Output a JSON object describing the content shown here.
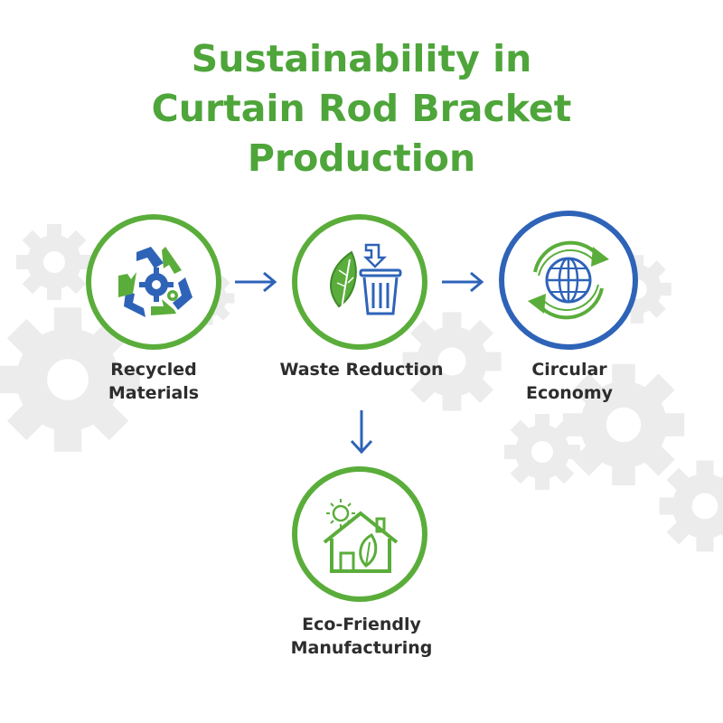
{
  "title": {
    "lines": [
      "Sustainability in",
      "Curtain Rod Bracket",
      "Production"
    ]
  },
  "nodes": {
    "recycled": {
      "label_lines": [
        "Recycled",
        "Materials"
      ],
      "icon": "recycle-gear-icon"
    },
    "waste": {
      "label_lines": [
        "Waste Reduction"
      ],
      "icon": "leaf-trash-icon"
    },
    "circular": {
      "label_lines": [
        "Circular",
        "Economy"
      ],
      "icon": "globe-cycle-icon"
    },
    "eco": {
      "label_lines": [
        "Eco-Friendly",
        "Manufacturing"
      ],
      "icon": "eco-house-icon"
    }
  },
  "colors": {
    "green": "#5aad3a",
    "blue": "#2e63b8",
    "title_green": "#4ea53a",
    "text": "#2d2d2d"
  }
}
